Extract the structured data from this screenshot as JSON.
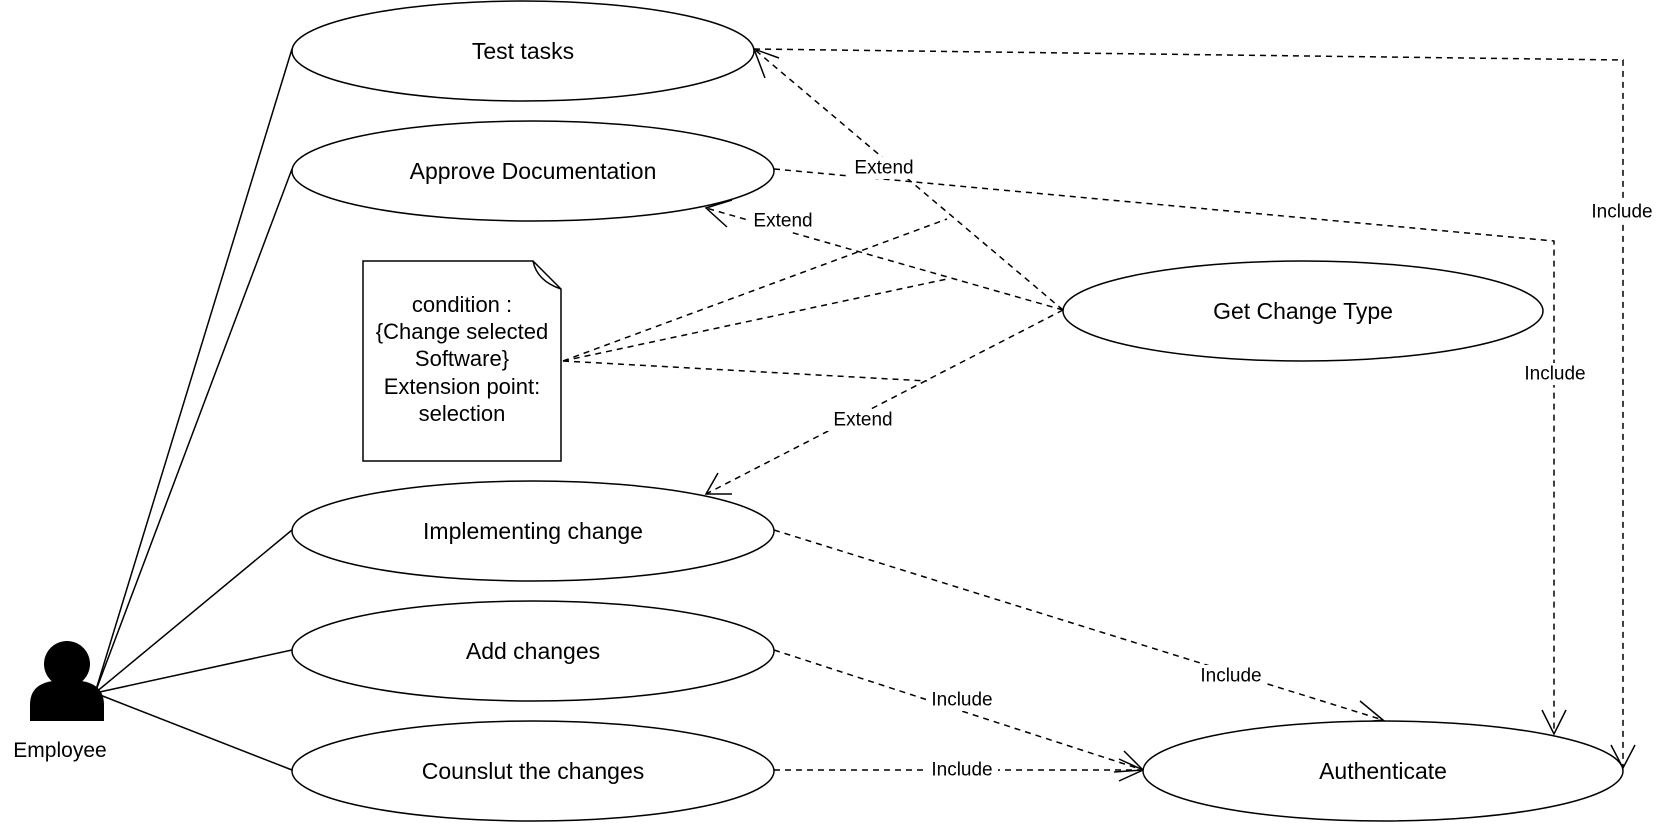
{
  "actor": {
    "name": "Employee",
    "icon": "person-icon"
  },
  "use_cases": {
    "test_tasks": "Test tasks",
    "approve_documentation": "Approve Documentation",
    "implementing_change": "Implementing change",
    "add_changes": "Add changes",
    "consult_changes": "Counslut the changes",
    "get_change_type": "Get Change Type",
    "authenticate": "Authenticate"
  },
  "note": {
    "lines": [
      "condition :",
      "{Change selected",
      "Software}",
      "Extension point:",
      "selection"
    ]
  },
  "relations": {
    "extend_test_tasks": "Extend",
    "extend_approve_documentation": "Extend",
    "extend_implementing_change": "Extend",
    "include_test_tasks": "Include",
    "include_approve_documentation": "Include",
    "include_implementing_change": "Include",
    "include_add_changes": "Include",
    "include_consult_changes": "Include"
  }
}
